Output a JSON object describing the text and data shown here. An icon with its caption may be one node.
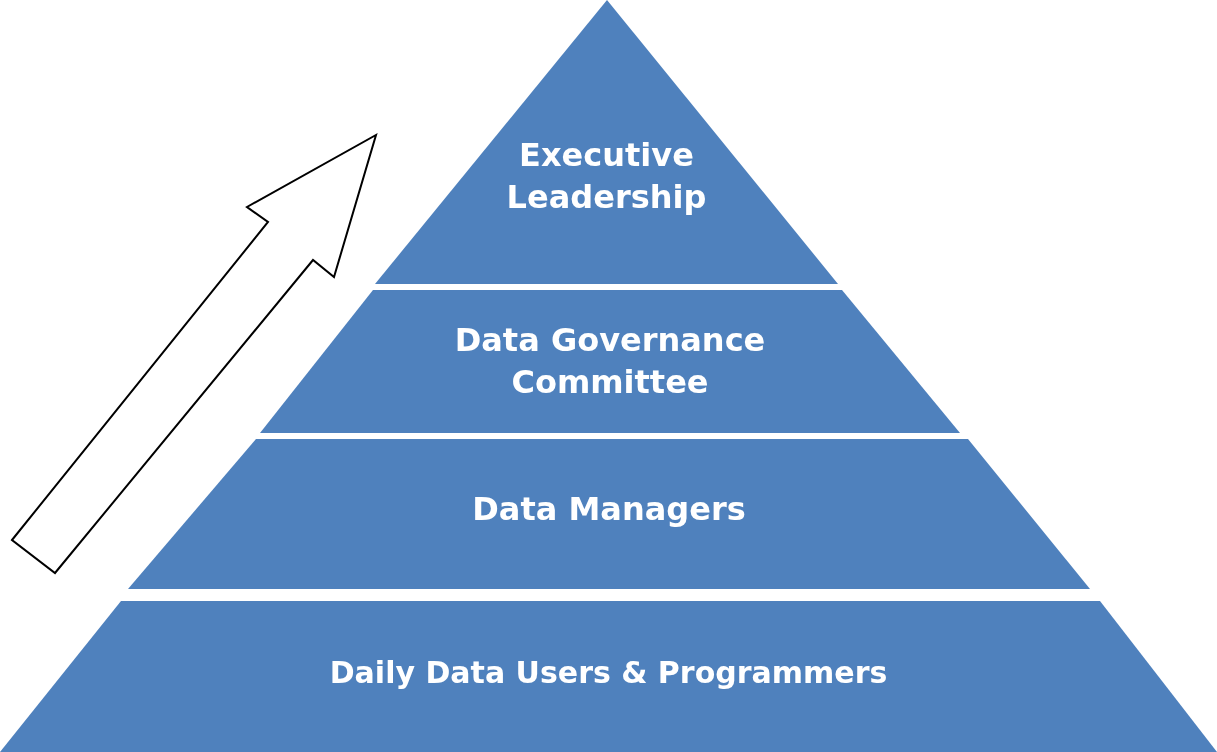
{
  "diagram": {
    "nodes": [
      {
        "text": [
          "Executive Leadership"
        ]
      },
      {
        "text": [
          "Data Governance Committee"
        ]
      },
      {
        "text": [
          "Data Managers"
        ]
      },
      {
        "text": [
          "Daily Data Users & Programmers"
        ]
      }
    ]
  }
}
